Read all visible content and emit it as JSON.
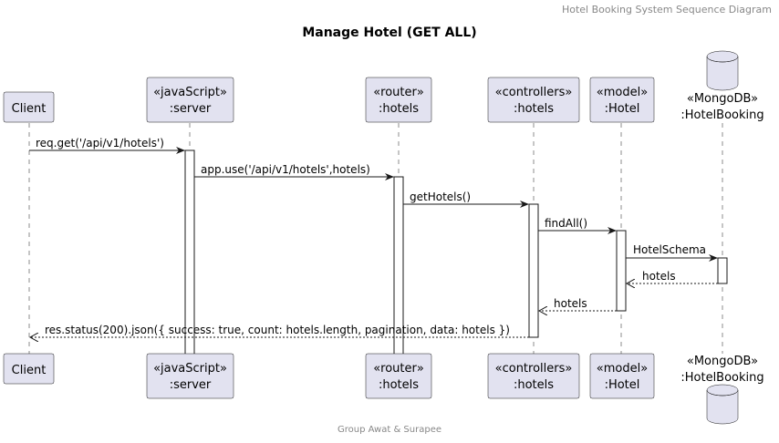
{
  "header": "Hotel Booking System Sequence Diagram",
  "title": "Manage Hotel (GET ALL)",
  "footer": "Group Awat & Surapee",
  "participants": {
    "client": {
      "line1": "Client"
    },
    "server": {
      "line1": "«javaScript»",
      "line2": ":server"
    },
    "router": {
      "line1": "«router»",
      "line2": ":hotels"
    },
    "controller": {
      "line1": "«controllers»",
      "line2": ":hotels"
    },
    "model": {
      "line1": "«model»",
      "line2": ":Hotel"
    },
    "db": {
      "line1": "«MongoDB»",
      "line2": ":HotelBooking"
    }
  },
  "messages": {
    "m1": "req.get('/api/v1/hotels')",
    "m2": "app.use('/api/v1/hotels',hotels)",
    "m3": "getHotels()",
    "m4": "findAll()",
    "m5": "HotelSchema",
    "r1": "hotels",
    "r2": "hotels",
    "r3": "res.status(200).json({ success: true, count: hotels.length, pagination, data: hotels })"
  }
}
